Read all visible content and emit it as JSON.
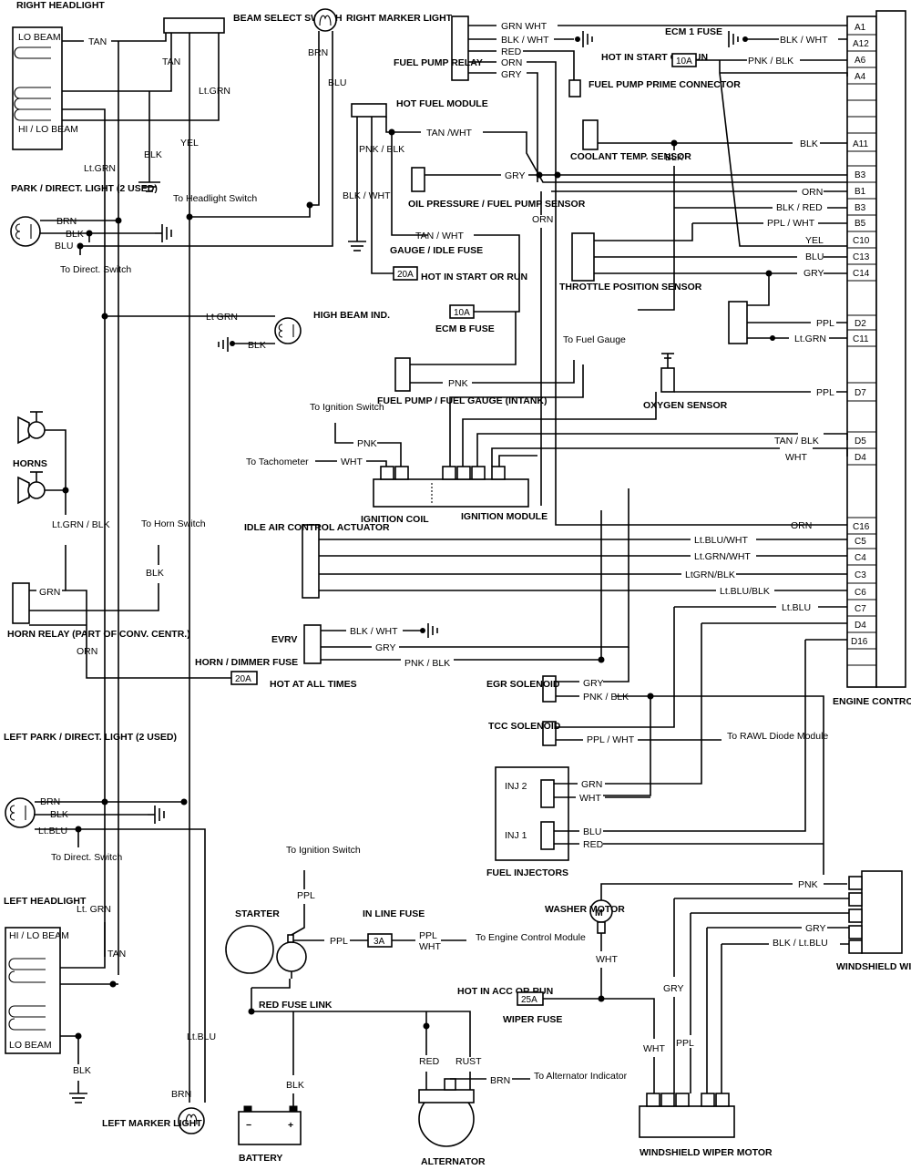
{
  "components": {
    "right_headlight": "RIGHT HEADLIGHT",
    "lo_beam": "LO BEAM",
    "hi_lo_beam": "HI / LO BEAM",
    "beam_select_switch": "BEAM SELECT SWITCH",
    "right_marker_light": "RIGHT MARKER LIGHT",
    "fuel_pump_relay": "FUEL PUMP RELAY",
    "ecm1_fuse": "ECM 1 FUSE",
    "hot_in_start_or_run": "HOT IN START OR RUN",
    "fuel_pump_prime_connector": "FUEL PUMP PRIME CONNECTOR",
    "hot_fuel_module": "HOT FUEL MODULE",
    "park_direct_light": "PARK / DIRECT. LIGHT (2 USED)",
    "coolant_temp_sensor": "COOLANT TEMP. SENSOR",
    "oil_pressure_sensor": "OIL PRESSURE / FUEL PUMP SENSOR",
    "gauge_idle_fuse": "GAUGE / IDLE FUSE",
    "hot_in_start_or_run_2": "HOT IN START OR RUN",
    "throttle_position_sensor": "THROTTLE POSITION SENSOR",
    "high_beam_ind": "HIGH BEAM IND.",
    "ecm_b_fuse": "ECM B FUSE",
    "to_fuel_gauge": "To Fuel Gauge",
    "oxygen_sensor": "OXYGEN SENSOR",
    "fuel_pump_fuel_gauge": "FUEL PUMP / FUEL GAUGE (INTANK)",
    "horns": "HORNS",
    "to_ignition_switch": "To Ignition Switch",
    "to_tachometer": "To Tachometer",
    "ignition_coil": "IGNITION COIL",
    "ignition_module": "IGNITION MODULE",
    "to_horn_switch": "To Horn Switch",
    "idle_air_control": "IDLE AIR CONTROL ACTUATOR",
    "horn_relay": "HORN RELAY (PART OF CONV. CENTR.)",
    "evrv": "EVRV",
    "horn_dimmer_fuse": "HORN / DIMMER FUSE",
    "hot_at_all_times": "HOT AT ALL TIMES",
    "egr_solenoid": "EGR SOLENOID",
    "tcc_solenoid": "TCC SOLENOID",
    "engine_control_module": "ENGINE CONTROL MODULE",
    "to_rawl_diode": "To RAWL Diode Module",
    "left_park_direct_light": "LEFT PARK / DIRECT. LIGHT (2 USED)",
    "inj2": "INJ 2",
    "inj1": "INJ 1",
    "fuel_injectors": "FUEL INJECTORS",
    "to_direct_switch": "To Direct. Switch",
    "to_headlight_switch": "To Headlight Switch",
    "left_headlight": "LEFT HEADLIGHT",
    "to_ignition_switch_2": "To Ignition Switch",
    "starter": "STARTER",
    "in_line_fuse": "IN LINE FUSE",
    "to_engine_control_module": "To Engine Control Module",
    "washer_motor": "WASHER MOTOR",
    "windshield_wiper_switch": "WINDSHIELD WIPER SWITCH",
    "hot_in_acc_or_run": "HOT IN ACC OR RUN",
    "wiper_fuse": "WIPER FUSE",
    "red_fuse_link": "RED FUSE LINK",
    "to_alternator_indicator": "To Alternator Indicator",
    "battery": "BATTERY",
    "alternator": "ALTERNATOR",
    "left_marker_light": "LEFT MARKER LIGHT",
    "windshield_wiper_motor": "WINDSHIELD WIPER MOTOR",
    "motor_symbol": "M"
  },
  "fuses": {
    "ecm1": "10A",
    "gauge_idle": "20A",
    "ecm_b": "10A",
    "horn_dimmer": "20A",
    "in_line": "3A",
    "wiper": "25A"
  },
  "ecm_pins": [
    "A1",
    "A12",
    "A6",
    "A4",
    "A11",
    "B3",
    "B1",
    "B3",
    "B5",
    "C10",
    "C13",
    "C14",
    "D2",
    "C11",
    "D7",
    "D5",
    "D4",
    "C16",
    "C5",
    "C4",
    "C3",
    "C6",
    "C7",
    "D4",
    "D16"
  ],
  "wires": {
    "tan_1": "TAN",
    "tan_2": "TAN",
    "blk_1": "BLK",
    "ltgrn_1": "Lt.GRN",
    "yel_1": "YEL",
    "ltgrn_2": "Lt.GRN",
    "brn_1": "BRN",
    "blu_1": "BLU",
    "grn_wht_1": "GRN  WHT",
    "blk_wht_1": "BLK / WHT",
    "red_1": "RED",
    "orn_1": "ORN",
    "gry_1": "GRY",
    "blk_wht_2": "BLK / WHT",
    "pnk_blk_1": "PNK / BLK",
    "tan_wht_1": "TAN /WHT",
    "pnk_blk_2": "PNK / BLK",
    "blk_wht_3": "BLK / WHT",
    "blk_2": "BLK",
    "blk_3": "BLK",
    "gry_2": "GRY",
    "orn_2": "ORN",
    "blk_red_1": "BLK / RED",
    "ppl_wht_1": "PPL / WHT",
    "tan_wht_2": "TAN / WHT",
    "orn_3": "ORN",
    "yel_2": "YEL",
    "blu_2": "BLU",
    "gry_3": "GRY",
    "brn_2": "BRN",
    "blk_4": "BLK",
    "blu_3": "BLU",
    "ltgrn_3": "Lt GRN",
    "blk_5": "BLK",
    "ppl_1": "PPL",
    "ltgrn_4": "Lt.GRN",
    "pnk_1": "PNK",
    "ppl_2": "PPL",
    "pnk_2": "PNK",
    "wht_1": "WHT",
    "tan_blk_1": "TAN / BLK",
    "wht_2": "WHT",
    "ltgrn_blk_1": "Lt.GRN / BLK",
    "blk_6": "BLK",
    "orn_4": "ORN",
    "ltblu_wht": "Lt.BLU/WHT",
    "ltgrn_wht": "Lt.GRN/WHT",
    "ltgrn_blk_2": "LtGRN/BLK",
    "ltblu_blk": "Lt.BLU/BLK",
    "grn_1": "GRN",
    "orn_5": "ORN",
    "ltblu_1": "Lt.BLU",
    "blk_wht_4": "BLK / WHT",
    "gry_4": "GRY",
    "pnk_blk_3": "PNK / BLK",
    "gry_5": "GRY",
    "pnk_blk_4": "PNK / BLK",
    "ppl_wht_2": "PPL / WHT",
    "brn_3": "BRN",
    "blk_7": "BLK",
    "ltblu_2": "Lt.BLU",
    "grn_2": "GRN",
    "wht_3": "WHT",
    "blu_4": "BLU",
    "red_2": "RED",
    "ltgrn_5": "Lt. GRN",
    "tan_3": "TAN",
    "blk_8": "BLK",
    "ppl_3": "PPL",
    "ppl_4": "PPL",
    "ppl_5": "PPL",
    "wht_4": "WHT",
    "pnk_3": "PNK",
    "gry_6": "GRY",
    "blk_ltblu": "BLK / Lt.BLU",
    "wht_5": "WHT",
    "red_3": "RED",
    "rust_1": "RUST",
    "brn_4": "BRN",
    "blk_9": "BLK",
    "wht_6": "WHT",
    "gry_7": "GRY",
    "ppl_6": "PPL",
    "ltblu_3": "Lt.BLU",
    "brn_5": "BRN"
  },
  "battery_signs": {
    "neg": "−",
    "pos": "+"
  }
}
